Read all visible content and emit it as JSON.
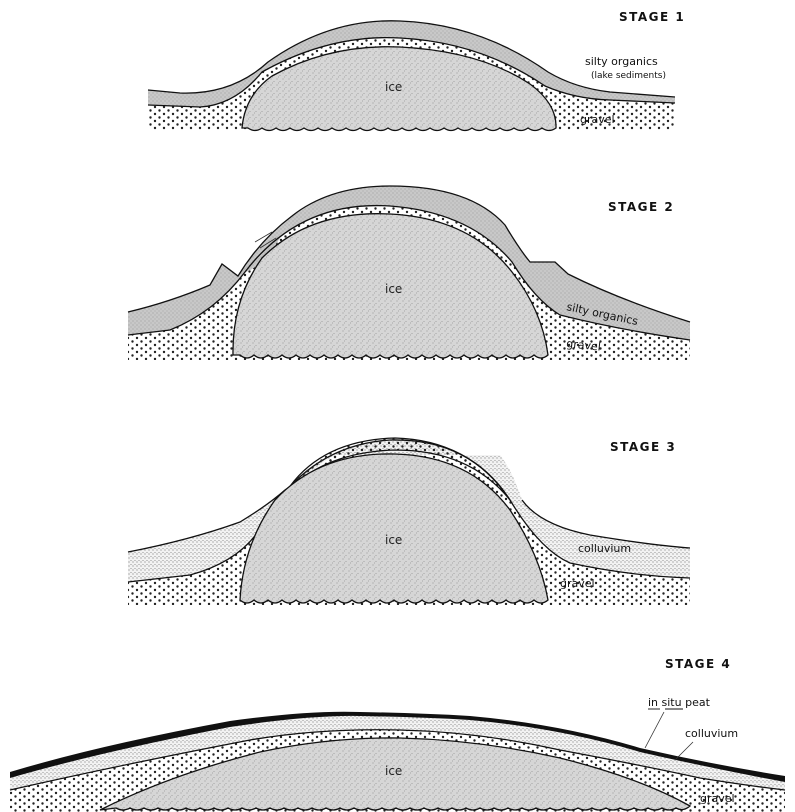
{
  "stages": [
    {
      "title": "STAGE 1",
      "ice_label": "ice",
      "labels": [
        "silty organics",
        "(lake sediments)",
        "gravel"
      ]
    },
    {
      "title": "STAGE 2",
      "ice_label": "ice",
      "labels": [
        "silty organics",
        "gravel"
      ]
    },
    {
      "title": "STAGE 3",
      "ice_label": "ice",
      "labels": [
        "colluvium",
        "gravel"
      ]
    },
    {
      "title": "STAGE 4",
      "ice_label": "ice",
      "labels": [
        "in situ peat",
        "colluvium",
        "gravel"
      ]
    }
  ],
  "colors": {
    "ice": "#d6d6d6",
    "sediment": "#c4c4c4",
    "colluvium": "#e4e4e4",
    "gravel_dot": "#222222",
    "peat": "#111111",
    "line": "#111111"
  }
}
